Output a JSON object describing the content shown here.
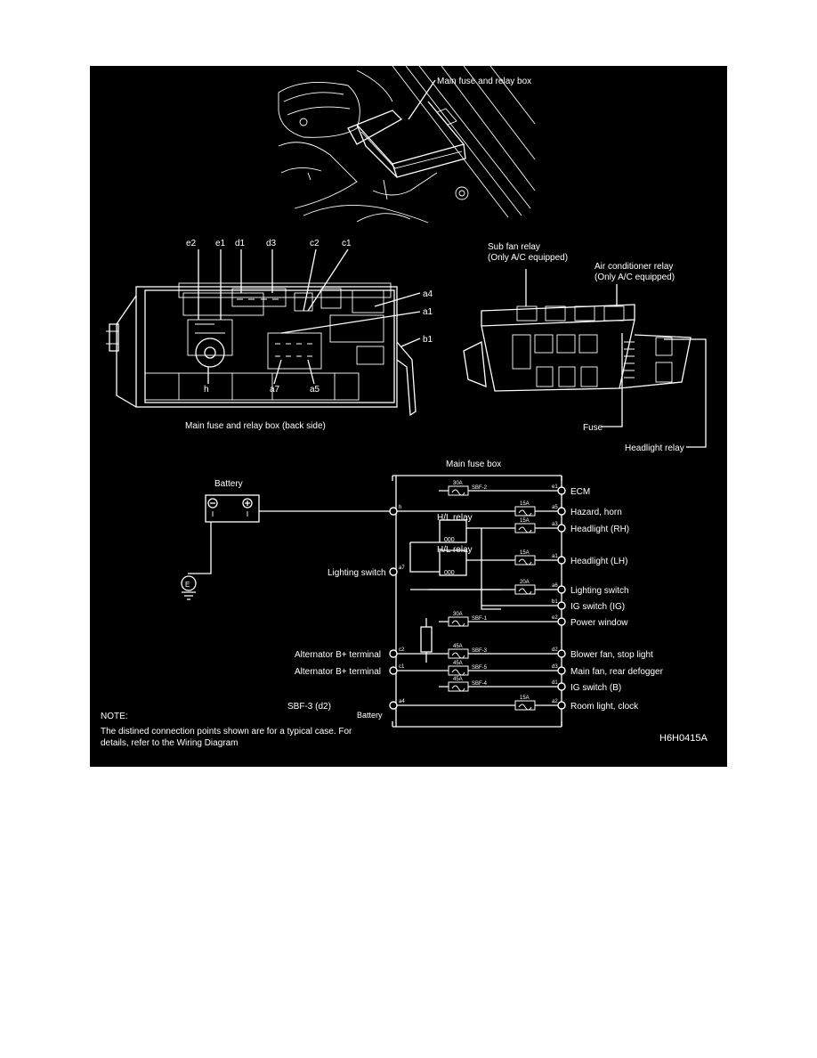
{
  "top": {
    "main_fuse_relay_box_label": "Main fuse and relay box"
  },
  "back_view": {
    "caption": "Main fuse and relay box (back side)",
    "callouts": [
      "e2",
      "e1",
      "d1",
      "d3",
      "c2",
      "c1",
      "a4",
      "a1",
      "b1",
      "h",
      "a7",
      "a5"
    ]
  },
  "front_view": {
    "sub_fan_relay": "Sub fan relay",
    "sub_fan_relay_note": "(Only A/C equipped)",
    "ac_relay": "Air conditioner relay",
    "ac_relay_note": "(Only A/C equipped)",
    "fuse": "Fuse",
    "headlight_relay": "Headlight relay"
  },
  "schematic": {
    "title": "Main fuse box",
    "battery": "Battery",
    "battery_sub": "Battery",
    "ground_symbol": "E",
    "relays": [
      "H/L relay",
      "H/L relay"
    ],
    "relay_coil_marks": [
      "000",
      "000"
    ],
    "outputs": [
      {
        "terminal": "e1",
        "rating": "30A",
        "fuse": "SBF-2",
        "label": "ECM"
      },
      {
        "terminal": "a5",
        "rating": "15A",
        "fuse": "",
        "label": "Hazard, horn"
      },
      {
        "terminal": "a3",
        "rating": "15A",
        "fuse": "",
        "label": "Headlight (RH)"
      },
      {
        "terminal": "a1",
        "rating": "15A",
        "fuse": "",
        "label": "Headlight (LH)"
      },
      {
        "terminal": "a6",
        "rating": "20A",
        "fuse": "",
        "label": "Lighting switch"
      },
      {
        "terminal": "b1",
        "rating": "",
        "fuse": "",
        "label": "IG switch (IG)"
      },
      {
        "terminal": "e2",
        "rating": "30A",
        "fuse": "SBF-1",
        "label": "Power window"
      },
      {
        "terminal": "d2",
        "rating": "45A",
        "fuse": "SBF-3",
        "label": "Blower fan, stop light"
      },
      {
        "terminal": "d3",
        "rating": "45A",
        "fuse": "SBF-5",
        "label": "Main fan, rear defogger"
      },
      {
        "terminal": "d1",
        "rating": "45A",
        "fuse": "SBF-4",
        "label": "IG switch (B)"
      },
      {
        "terminal": "a2",
        "rating": "15A",
        "fuse": "",
        "label": "Room light, clock"
      }
    ],
    "inputs": [
      {
        "terminal": "h",
        "label": ""
      },
      {
        "terminal": "a7",
        "label": "Lighting switch"
      },
      {
        "terminal": "c2",
        "label": "Alternator B+ terminal"
      },
      {
        "terminal": "c1",
        "label": "Alternator B+ terminal"
      },
      {
        "terminal": "a4",
        "label": "SBF-3 (d2)"
      }
    ]
  },
  "note": {
    "heading": "NOTE:",
    "line1": "The distined connection points shown are for a typical case. For",
    "line2": "details, refer to the Wiring Diagram",
    "code": "H6H0415A"
  }
}
